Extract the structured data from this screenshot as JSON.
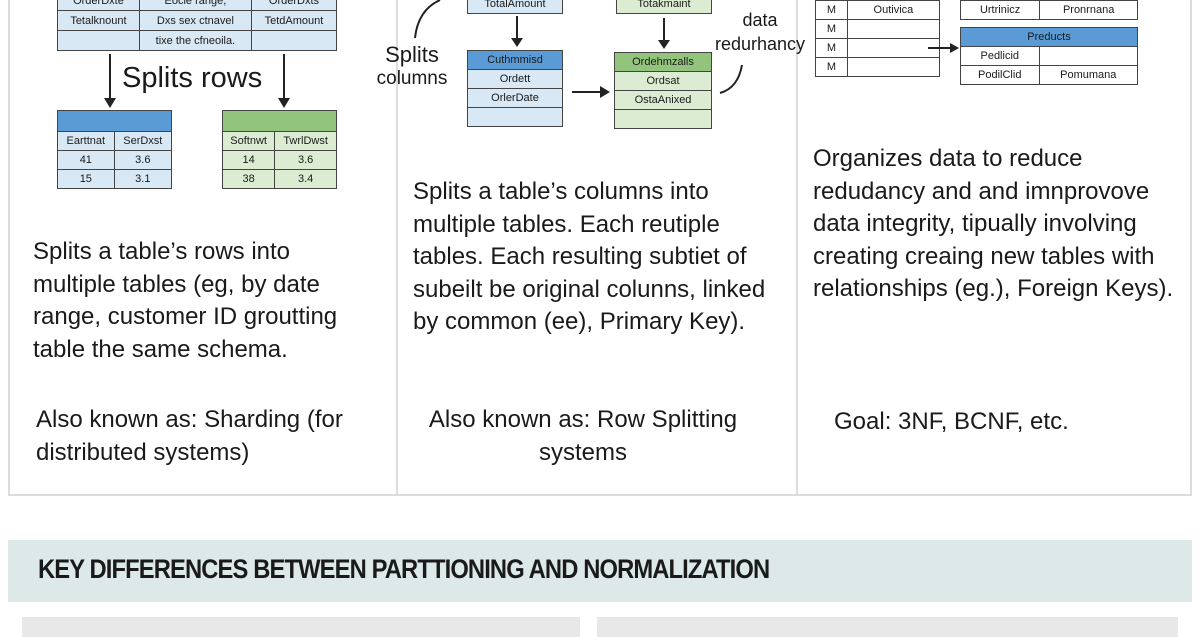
{
  "partitioning": {
    "source_table": [
      [
        "OrderDxte",
        "Eocle range,",
        "OrderDxts"
      ],
      [
        "Tetalknount",
        "Dxs sex ctnavel",
        "TetdAmount"
      ],
      [
        "",
        "tixe the cfneoila.",
        ""
      ]
    ],
    "label": "Splits rows",
    "table_a": [
      [
        "Earttnat",
        "SerDxst"
      ],
      [
        "41",
        "3.6"
      ],
      [
        "15",
        "3.1"
      ]
    ],
    "table_b": [
      [
        "Softnwt",
        "TwrlDwst"
      ],
      [
        "14",
        "3.6"
      ],
      [
        "38",
        "3.4"
      ]
    ],
    "description": "Splits a table’s rows into multiple tables (eg, by date range, customer ID groutting table the same schema.",
    "aka": "Also known as: Sharding (for distributed systems)"
  },
  "vertical": {
    "label_line1": "Splits",
    "label_line2": "columns",
    "top_left": "TotalAmount",
    "top_right": "Totakmaint",
    "side_label_line1": "data",
    "side_label_line2": "redurhancy",
    "table_a": {
      "header": "Cuthmmisd",
      "rows": [
        "Ordett",
        "OrlerDate",
        ""
      ]
    },
    "table_b": {
      "header": "Ordehmzalls",
      "rows": [
        "Ordsat",
        "OstaAnixed",
        ""
      ]
    },
    "description": "Splits a table’s columns into multiple tables. Each reutiple tables. Each resulting subtiet of subeilt be original colunns, linked by common (ee), Primary Key).",
    "aka": "Also known as: Row Splitting systems"
  },
  "normalization": {
    "left_table": [
      [
        "M",
        "Outivica"
      ],
      [
        "M",
        ""
      ],
      [
        "M",
        ""
      ],
      [
        "M",
        ""
      ]
    ],
    "right_top_row": [
      "Urtrinicz",
      "Pronrnana"
    ],
    "products": {
      "header": "Preducts",
      "rows": [
        [
          "Pedlicid",
          ""
        ],
        [
          "PodilClid",
          "Pomumana"
        ]
      ]
    },
    "description": "Organizes data to reduce redudancy and and imnprovove data integrity, tipually involving creating creaing new tables with relationships (eg.), Foreign Keys).",
    "goal": "Goal: 3NF, BCNF, etc."
  },
  "key_differences": {
    "title": "KEY DIFFERENCES BETWEEN PARTTIONING AND NORMALIZATION"
  },
  "colors": {
    "blue_header": "#5b9bd5",
    "blue_cell": "#d9e8f5",
    "green_header": "#93c47d",
    "green_cell": "#dcecd2",
    "band": "#dde9e9"
  }
}
